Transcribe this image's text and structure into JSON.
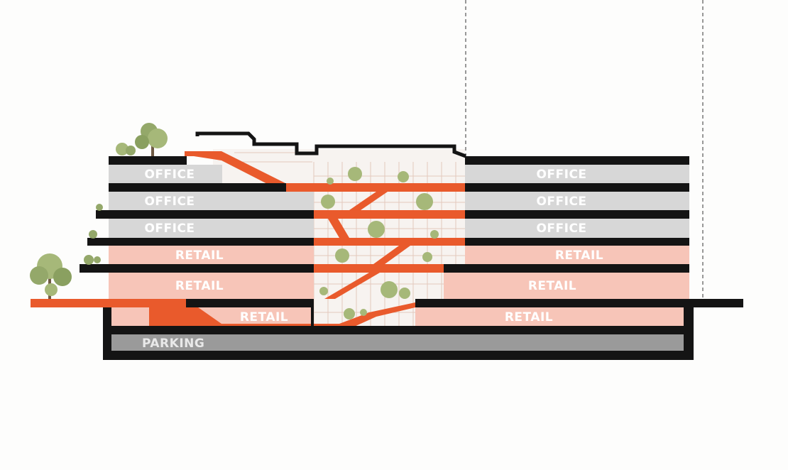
{
  "diagram": {
    "kind": "building-section",
    "colors": {
      "background": "#fdfdfc",
      "slab": "#141414",
      "office": "#d7d7d7",
      "retail": "#f7c5b8",
      "parking": "#9a9a9a",
      "circulation": "#e95a2c",
      "atrium_glass": "#f7f3f0",
      "atrium_grid": "#e3c8bd",
      "tree_foliage": "#94a86a",
      "tree_trunk": "#6f5a44"
    },
    "labels": {
      "office_left": [
        "OFFICE",
        "OFFICE",
        "OFFICE"
      ],
      "office_right": [
        "OFFICE",
        "OFFICE",
        "OFFICE"
      ],
      "retail_left": [
        "RETAIL",
        "RETAIL",
        "RETAIL"
      ],
      "retail_right": [
        "RETAIL",
        "RETAIL",
        "RETAIL"
      ],
      "parking": "PARKING"
    }
  }
}
